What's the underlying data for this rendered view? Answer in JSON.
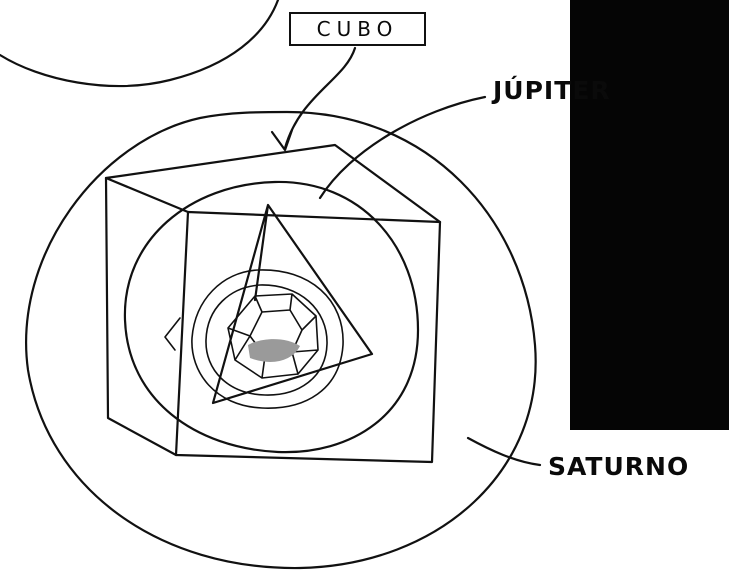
{
  "labels": {
    "cubo": "CUBO",
    "jupiter": "JÚPITER",
    "saturno": "SATURNO"
  },
  "colors": {
    "ink": "#111111",
    "paper": "#ffffff",
    "dark_panel": "#050505"
  }
}
